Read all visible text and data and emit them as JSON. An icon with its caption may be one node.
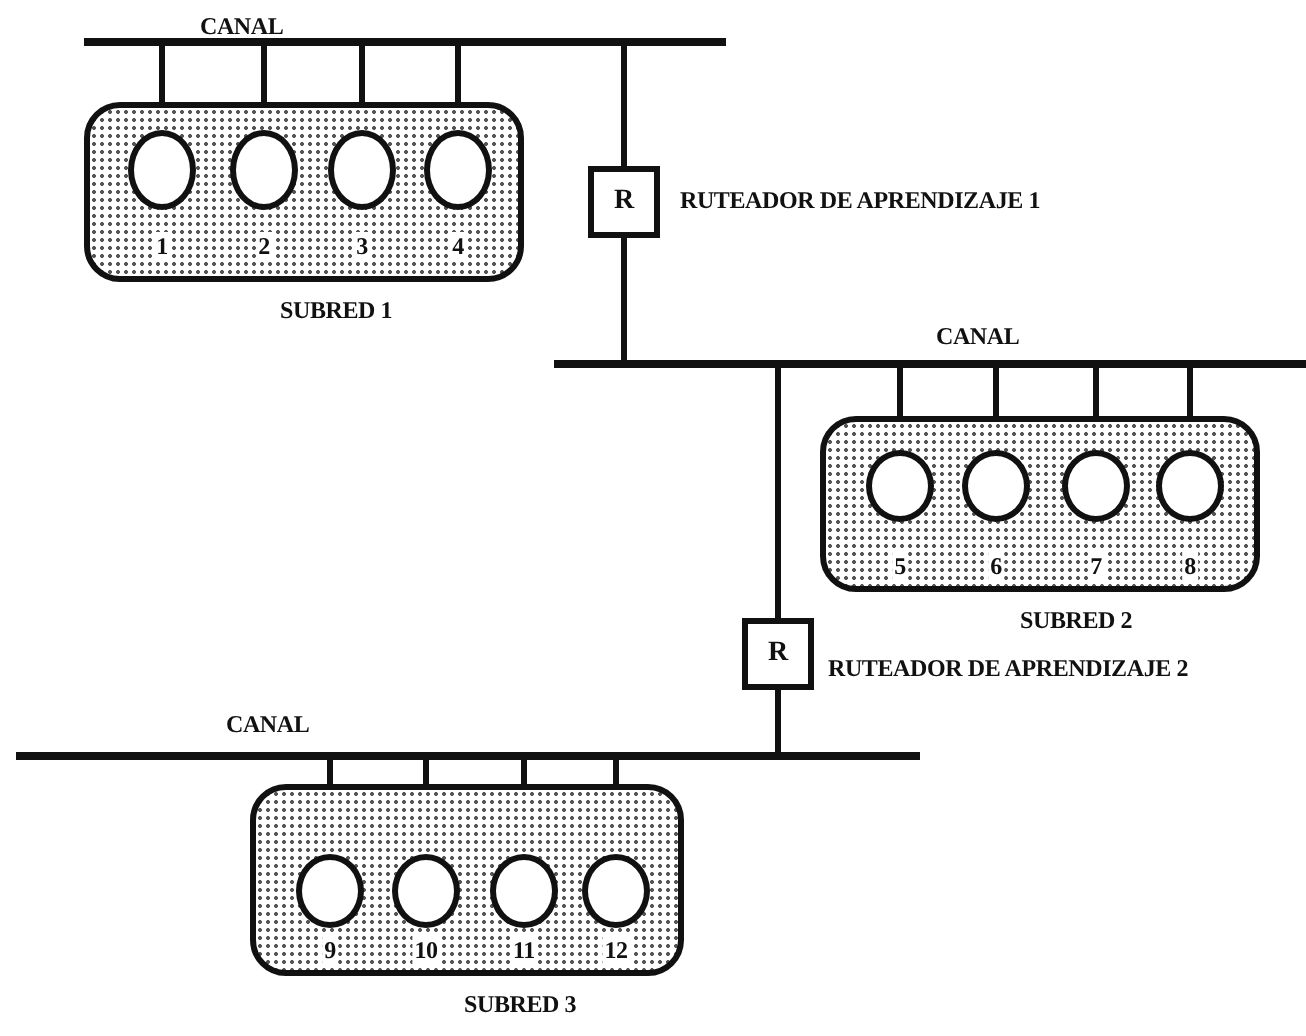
{
  "diagram": {
    "nodes": [
      {
        "text": [
          "CANAL"
        ]
      },
      {
        "text": [
          "SUBRED 1"
        ]
      },
      {
        "text": [
          "1"
        ],
        "in": 1
      },
      {
        "text": [
          "2"
        ],
        "in": 1
      },
      {
        "text": [
          "3"
        ],
        "in": 1
      },
      {
        "text": [
          "4"
        ],
        "in": 1
      },
      {
        "text": [
          "R"
        ],
        "beside": [
          "RUTEADOR DE APRENDIZAJE 1"
        ]
      },
      {
        "text": [
          "CANAL"
        ]
      },
      {
        "text": [
          "SUBRED 2"
        ]
      },
      {
        "text": [
          "5"
        ],
        "in": 8
      },
      {
        "text": [
          "6"
        ],
        "in": 8
      },
      {
        "text": [
          "7"
        ],
        "in": 8
      },
      {
        "text": [
          "8"
        ],
        "in": 8
      },
      {
        "text": [
          "R"
        ],
        "beside": [
          "RUTEADOR DE APRENDIZAJE 2"
        ]
      },
      {
        "text": [
          "CANAL"
        ]
      },
      {
        "text": [
          "SUBRED 3"
        ]
      },
      {
        "text": [
          "9"
        ],
        "in": 15
      },
      {
        "text": [
          "10"
        ],
        "in": 15
      },
      {
        "text": [
          "11"
        ],
        "in": 15
      },
      {
        "text": [
          "12"
        ],
        "in": 15
      }
    ],
    "edges": [
      {
        "from": 2,
        "to": 0,
        "arrow": "none"
      },
      {
        "from": 3,
        "to": 0,
        "arrow": "none"
      },
      {
        "from": 4,
        "to": 0,
        "arrow": "none"
      },
      {
        "from": 5,
        "to": 0,
        "arrow": "none"
      },
      {
        "from": 6,
        "to": 0,
        "arrow": "none"
      },
      {
        "from": 6,
        "to": 7,
        "arrow": "none"
      },
      {
        "from": 9,
        "to": 7,
        "arrow": "none"
      },
      {
        "from": 10,
        "to": 7,
        "arrow": "none"
      },
      {
        "from": 11,
        "to": 7,
        "arrow": "none"
      },
      {
        "from": 12,
        "to": 7,
        "arrow": "none"
      },
      {
        "from": 13,
        "to": 7,
        "arrow": "none"
      },
      {
        "from": 13,
        "to": 14,
        "arrow": "none"
      },
      {
        "from": 16,
        "to": 14,
        "arrow": "none"
      },
      {
        "from": 17,
        "to": 14,
        "arrow": "none"
      },
      {
        "from": 18,
        "to": 14,
        "arrow": "none"
      },
      {
        "from": 19,
        "to": 14,
        "arrow": "none"
      }
    ]
  }
}
